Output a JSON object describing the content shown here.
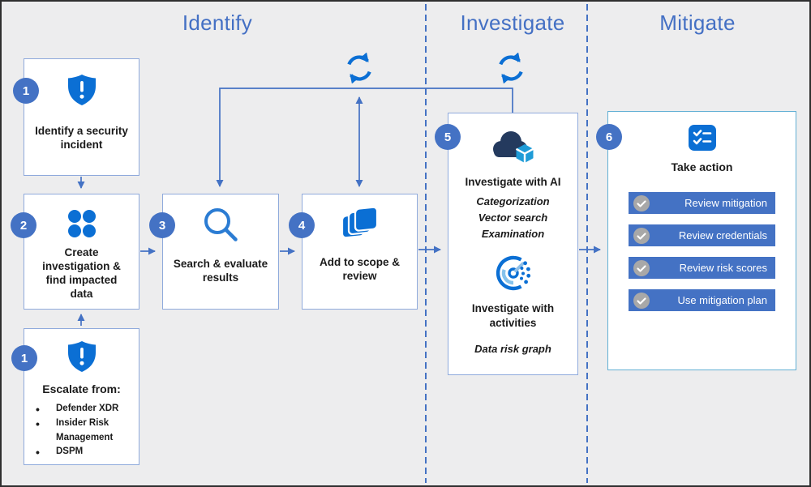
{
  "header": {
    "phases": {
      "identify": "Identify",
      "investigate": "Investigate",
      "mitigate": "Mitigate"
    }
  },
  "steps": {
    "identify_incident": {
      "badge": "1",
      "title": "Identify a security incident"
    },
    "create_investigation": {
      "badge": "2",
      "title": "Create investigation & find impacted data"
    },
    "escalate": {
      "badge": "1",
      "title": "Escalate from:",
      "sources": [
        "Defender XDR",
        "Insider Risk Management",
        "DSPM"
      ]
    },
    "search_evaluate": {
      "badge": "3",
      "title": "Search & evaluate results"
    },
    "add_scope": {
      "badge": "4",
      "title": "Add to scope & review"
    },
    "investigate": {
      "badge": "5",
      "ai_title": "Investigate with AI",
      "ai_methods": [
        "Categorization",
        "Vector search",
        "Examination"
      ],
      "activities_title": "Investigate with activities",
      "activities_method": "Data risk graph"
    },
    "take_action": {
      "badge": "6",
      "title": "Take action",
      "actions": [
        "Review mitigation",
        "Review credentials",
        "Review risk scores",
        "Use mitigation plan"
      ]
    }
  },
  "icons": [
    "shield-alert-icon",
    "app-dots-icon",
    "search-icon",
    "layers-icon",
    "cloud-ai-icon",
    "activity-gauge-icon",
    "task-list-icon",
    "sync-loop-icon",
    "check-circle-icon"
  ],
  "colors": {
    "background": "#EDEDEE",
    "accent": "#4472C4",
    "icon_blue": "#0B6FD4",
    "cloud_navy": "#243A5E",
    "header_blue": "#4470C4",
    "box_border": "#8FAADC",
    "action_box_border": "#62AFD4",
    "button_blue": "#4472C4",
    "check_gray": "#A8A8A8"
  }
}
